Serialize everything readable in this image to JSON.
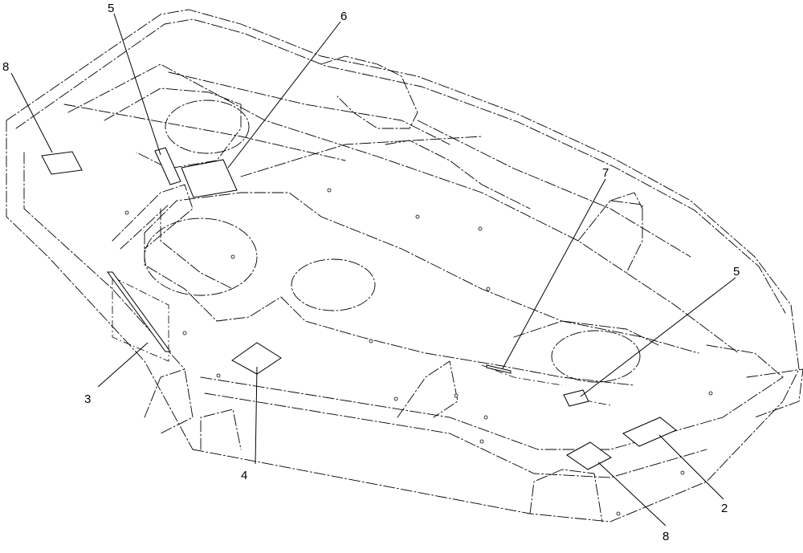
{
  "callouts": [
    {
      "id": "c-8-left",
      "label": "8"
    },
    {
      "id": "c-5-top",
      "label": "5"
    },
    {
      "id": "c-6",
      "label": "6"
    },
    {
      "id": "c-7",
      "label": "7"
    },
    {
      "id": "c-5-right",
      "label": "5"
    },
    {
      "id": "c-3",
      "label": "3"
    },
    {
      "id": "c-4",
      "label": "4"
    },
    {
      "id": "c-2",
      "label": "2"
    },
    {
      "id": "c-8-bottom",
      "label": "8"
    }
  ]
}
